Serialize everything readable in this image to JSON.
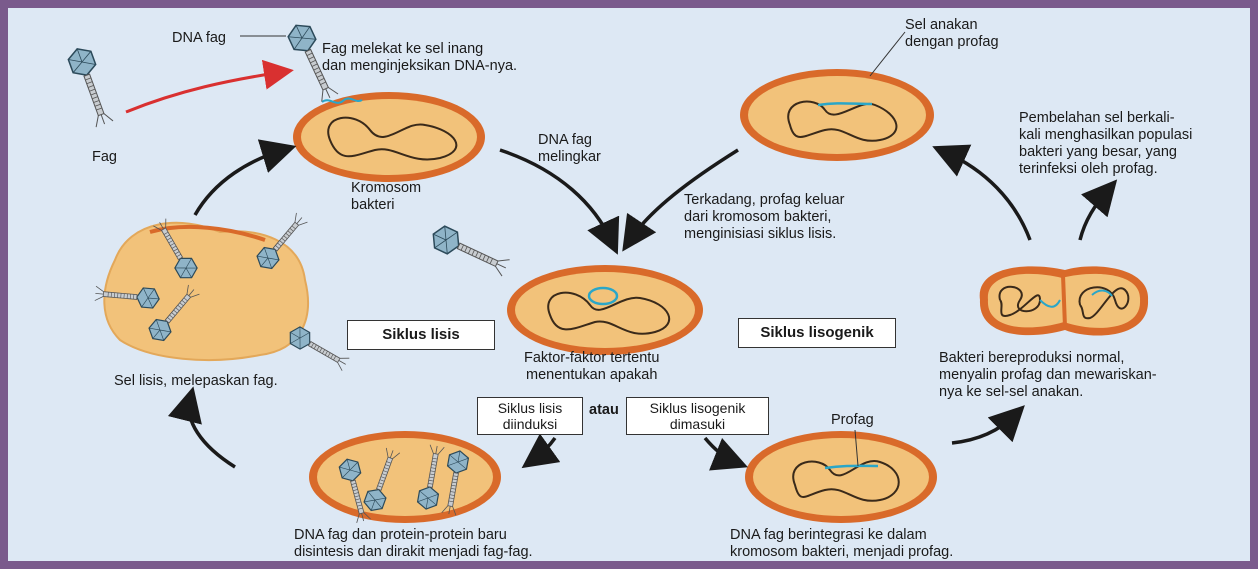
{
  "labels": {
    "dna_fag": "DNA fag",
    "fag": "Fag",
    "fag_melekat": "Fag melekat ke sel inang\ndan menginjeksikan DNA-nya.",
    "dna_melingkar": "DNA fag\nmelingkar",
    "kromosom": "Kromosom\nbakteri",
    "sel_anakan": "Sel anakan\ndengan profag",
    "pembelahan": "Pembelahan sel berkali-\nkali menghasilkan populasi\nbakteri yang besar, yang\nterinfeksi oleh profag.",
    "terkadang": "Terkadang, profag keluar\ndari kromosom bakteri,\nmenginisiasi siklus lisis.",
    "sel_lisis": "Sel lisis, melepaskan fag.",
    "faktor": "Faktor-faktor tertentu\nmenentukan apakah",
    "atau": "atau",
    "bakteri_bereproduksi": "Bakteri bereproduksi normal,\nmenyalin profag dan mewariskan-\nnya ke sel-sel anakan.",
    "profag": "Profag",
    "dna_protein": "DNA fag dan protein-protein baru\ndisintesis dan dirakit menjadi fag-fag.",
    "dna_berintegrasi": "DNA fag berintegrasi ke dalam\nkromosom bakteri, menjadi profag."
  },
  "boxes": {
    "siklus_lisis": "Siklus lisis",
    "siklus_lisogenik": "Siklus lisogenik",
    "lisis_diinduksi": "Siklus lisis\ndiinduksi",
    "lisogenik_dimasuki": "Siklus lisogenik\ndimasuki"
  },
  "colors": {
    "background": "#dde8f4",
    "cell_fill": "#f2c27a",
    "cell_wall": "#d96a2a",
    "dna": "#3a2a1a",
    "phage_dna": "#2aa6c8",
    "red_arrow": "#d93030",
    "frame": "#7a5a8c"
  }
}
